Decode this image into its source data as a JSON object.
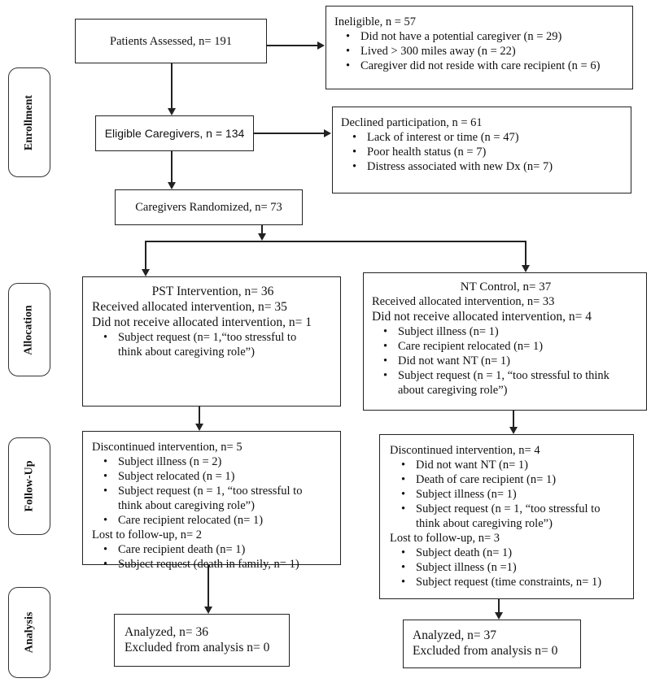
{
  "stages": {
    "enrollment": "Enrollment",
    "allocation": "Allocation",
    "followup": "Follow-Up",
    "analysis": "Analysis"
  },
  "assessed": "Patients Assessed, n= 191",
  "ineligible": {
    "title": "Ineligible, n = 57",
    "items": [
      "Did not have a potential caregiver (n = 29)",
      "Lived > 300 miles away (n = 22)",
      "Caregiver did not reside with care recipient (n = 6)"
    ]
  },
  "eligible": "Eligible Caregivers, n = 134",
  "declined": {
    "title": "Declined participation, n = 61",
    "items": [
      "Lack of interest or time (n = 47)",
      "Poor health status (n = 7)",
      "Distress associated with new Dx (n= 7)"
    ]
  },
  "randomized": "Caregivers Randomized, n= 73",
  "pst": {
    "title": "PST Intervention, n= 36",
    "received": "Received allocated intervention, n= 35",
    "not_received": "Did not receive allocated intervention, n= 1",
    "items": [
      "Subject request (n= 1,“too stressful to think about caregiving role”)"
    ]
  },
  "nt": {
    "title": "NT Control, n= 37",
    "received": "Received allocated intervention, n= 33",
    "not_received": "Did not receive allocated intervention, n= 4",
    "items": [
      "Subject illness (n= 1)",
      "Care recipient relocated (n= 1)",
      "Did not want NT (n= 1)",
      "Subject request (n = 1, “too stressful to think about caregiving role”)"
    ]
  },
  "pst_followup": {
    "discontinued": "Discontinued intervention, n= 5",
    "discontinued_items": [
      "Subject illness (n = 2)",
      "Subject relocated (n = 1)",
      "Subject request (n = 1, “too stressful to think about caregiving role”)",
      "Care recipient relocated (n= 1)"
    ],
    "lost": "Lost to follow-up, n= 2",
    "lost_items": [
      "Care recipient death (n= 1)",
      "Subject request (death in family, n= 1)"
    ]
  },
  "nt_followup": {
    "discontinued": "Discontinued intervention, n= 4",
    "discontinued_items": [
      "Did not want NT (n= 1)",
      "Death of care recipient (n= 1)",
      "Subject illness (n= 1)",
      "Subject request (n = 1, “too stressful to think about caregiving role”)"
    ],
    "lost": "Lost to follow-up, n= 3",
    "lost_items": [
      "Subject death (n= 1)",
      "Subject illness (n =1)",
      "Subject request (time constraints, n= 1)"
    ]
  },
  "pst_analysis": {
    "analyzed": "Analyzed, n= 36",
    "excluded": "Excluded from analysis n= 0"
  },
  "nt_analysis": {
    "analyzed": "Analyzed, n= 37",
    "excluded": "Excluded from analysis n= 0"
  }
}
